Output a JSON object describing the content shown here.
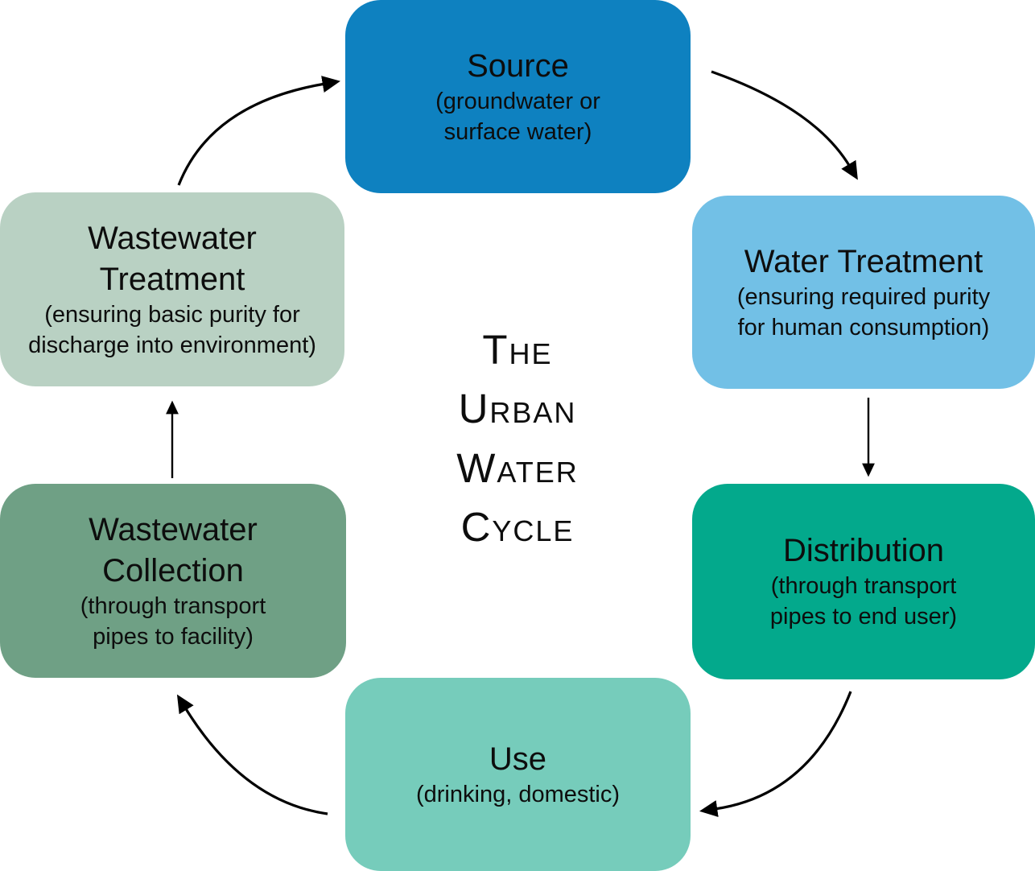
{
  "diagram": {
    "title_lines": [
      "The",
      "Urban",
      "Water",
      "Cycle"
    ],
    "text_color": "#0d0d0d",
    "arrow_color": "#000000"
  },
  "nodes": [
    {
      "id": "source",
      "heading": [
        "Source"
      ],
      "subtitle": [
        "(groundwater or",
        "surface water)"
      ],
      "color": "#0E81C0"
    },
    {
      "id": "water-treatment",
      "heading": [
        "Water Treatment"
      ],
      "subtitle": [
        "(ensuring required purity",
        "for human consumption)"
      ],
      "color": "#72C0E6"
    },
    {
      "id": "distribution",
      "heading": [
        "Distribution"
      ],
      "subtitle": [
        "(through transport",
        "pipes to end user)"
      ],
      "color": "#03A98C"
    },
    {
      "id": "use",
      "heading": [
        "Use"
      ],
      "subtitle": [
        "(drinking, domestic)"
      ],
      "color": "#76CCBB"
    },
    {
      "id": "wastewater-collection",
      "heading": [
        "Wastewater",
        "Collection"
      ],
      "subtitle": [
        "(through transport",
        "pipes to facility)"
      ],
      "color": "#6FA085"
    },
    {
      "id": "wastewater-treatment",
      "heading": [
        "Wastewater",
        "Treatment"
      ],
      "subtitle": [
        "(ensuring basic purity for",
        "discharge into environment)"
      ],
      "color": "#B9D1C3"
    }
  ],
  "arrows": [
    {
      "from": "wastewater-treatment",
      "to": "source"
    },
    {
      "from": "source",
      "to": "water-treatment"
    },
    {
      "from": "water-treatment",
      "to": "distribution"
    },
    {
      "from": "distribution",
      "to": "use"
    },
    {
      "from": "use",
      "to": "wastewater-collection"
    },
    {
      "from": "wastewater-collection",
      "to": "wastewater-treatment"
    }
  ]
}
